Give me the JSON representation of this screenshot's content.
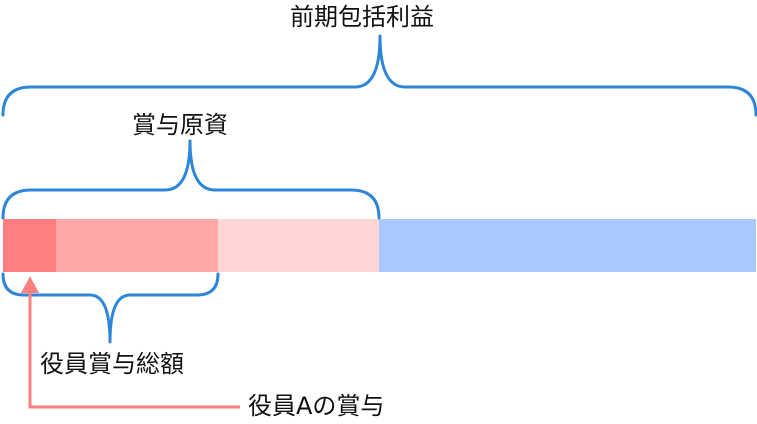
{
  "labels": {
    "total_profit": "前期包括利益",
    "bonus_pool": "賞与原資",
    "executive_bonus_total": "役員賞与総額",
    "executive_a_bonus": "役員Aの賞与"
  },
  "colors": {
    "brace": "#2e86d8",
    "executive_a_segment": "#ff7f7f",
    "executive_total_segment": "#ffa8a8",
    "bonus_pool_segment": "#ffd5d5",
    "remainder_segment": "#a8c9ff",
    "arrow": "#ff7f7f"
  }
}
